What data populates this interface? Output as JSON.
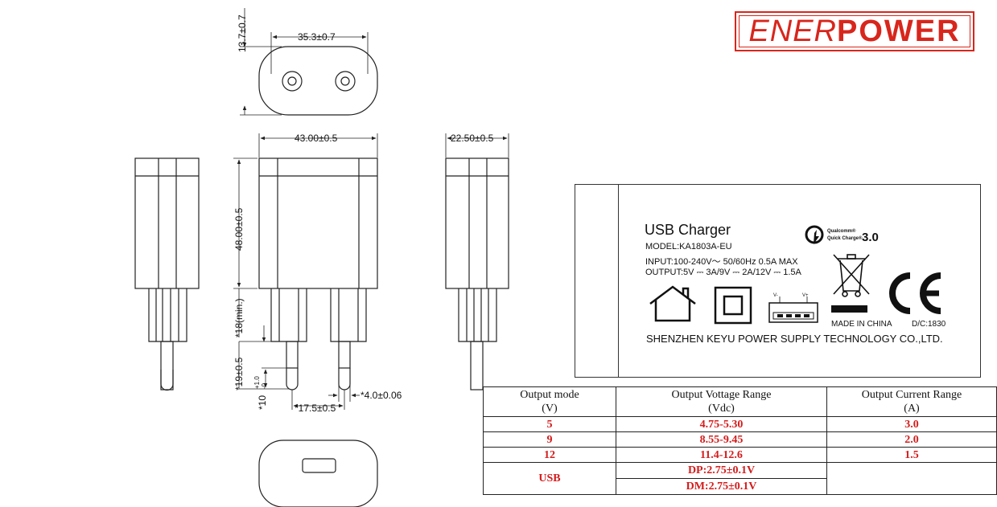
{
  "dimensions": {
    "pin_height": "13.7±0.7",
    "pin_spacing": "35.3±0.7",
    "body_width": "43.00±0.5",
    "body_depth": "22.50±0.5",
    "body_height": "48.00±0.5",
    "pin_length_min": "*18(min.)",
    "pin_length": "*19±0.5",
    "pin_tip_base": "*10",
    "pin_tip_sup": "+1.0",
    "pin_tip_sub": "-0",
    "pin_pitch": "*17.5±0.5",
    "pin_diameter": "*4.0±0.06"
  },
  "logo": {
    "part1": "ENER",
    "part2": "POWER",
    "color": "#d8261c"
  },
  "label": {
    "title": "USB Charger",
    "model": "MODEL:KA1803A-EU",
    "input": "INPUT:100-240V～ 50/60Hz 0.5A MAX",
    "output": "OUTPUT:5V ⎓ 3A/9V ⎓ 2A/12V ⎓ 1.5A",
    "qc_brand": "Qualcomm®",
    "qc_name": "Quick Charge®",
    "qc_version": "3.0",
    "made_in": "MADE  IN  CHINA",
    "date_code": "D/C:1830",
    "manufacturer": "SHENZHEN KEYU POWER SUPPLY TECHNOLOGY CO.,LTD.",
    "usb_minus": "V-",
    "usb_plus": "V+",
    "ce_mark": "CE"
  },
  "table": {
    "headers": [
      {
        "line1": "Output  mode",
        "line2": "(V)"
      },
      {
        "line1": "Output Vottage Range",
        "line2": "(Vdc)"
      },
      {
        "line1": "Output Current Range",
        "line2": "(A)"
      }
    ],
    "rows": [
      {
        "mode": "5",
        "voltage": "4.75-5.30",
        "current": "3.0"
      },
      {
        "mode": "9",
        "voltage": "8.55-9.45",
        "current": "2.0"
      },
      {
        "mode": "12",
        "voltage": "11.4-12.6",
        "current": "1.5"
      }
    ],
    "usb": {
      "mode": "USB",
      "dp": "DP:2.75±0.1V",
      "dm": "DM:2.75±0.1V"
    }
  }
}
